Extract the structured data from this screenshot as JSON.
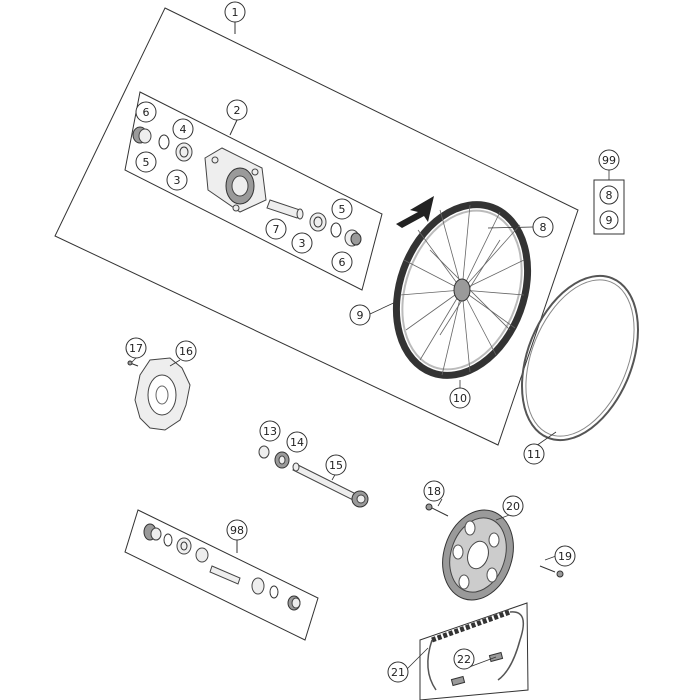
{
  "diagram": {
    "callouts": {
      "c1": "1",
      "c2": "2",
      "c3a": "3",
      "c3b": "3",
      "c4": "4",
      "c5a": "5",
      "c5b": "5",
      "c6a": "6",
      "c6b": "6",
      "c7": "7",
      "c8": "8",
      "c9": "9",
      "c10": "10",
      "c11": "11",
      "c13": "13",
      "c14": "14",
      "c15": "15",
      "c16": "16",
      "c17": "17",
      "c18": "18",
      "c19": "19",
      "c20": "20",
      "c21": "21",
      "c22": "22",
      "c98": "98",
      "c99": "99",
      "c99_8": "8",
      "c99_9": "9"
    }
  }
}
